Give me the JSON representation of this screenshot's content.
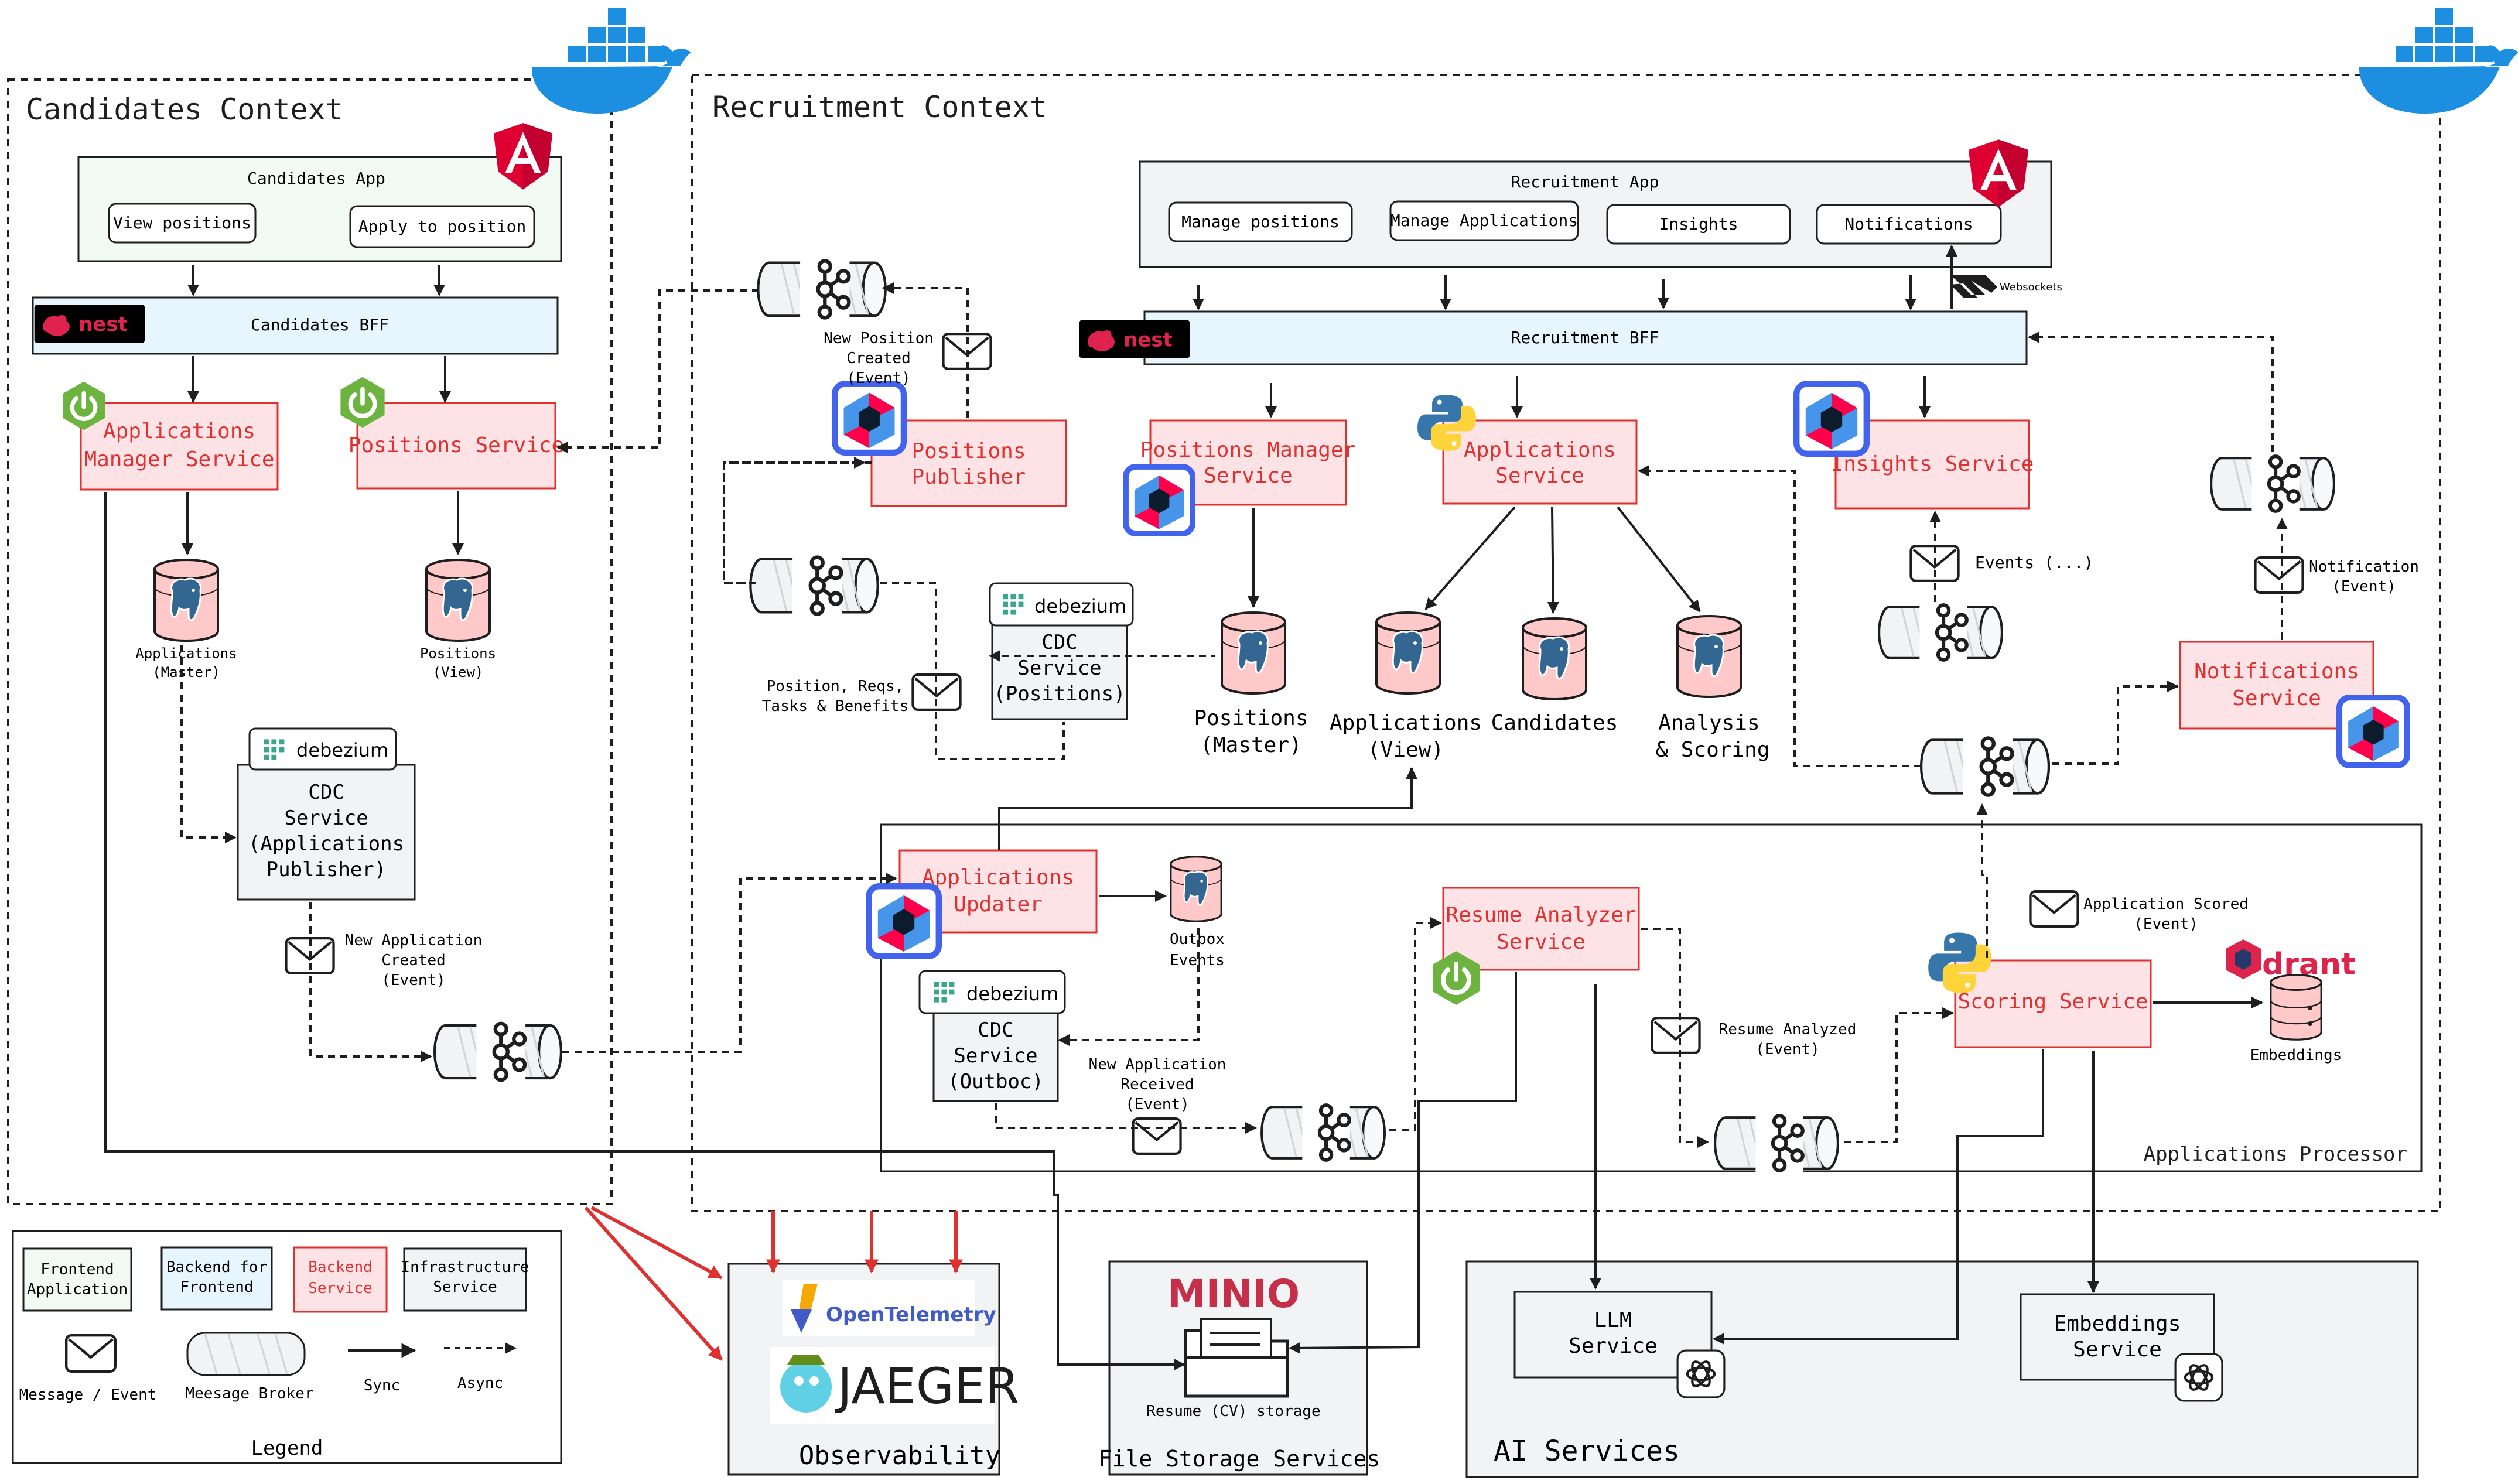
{
  "contexts": {
    "candidates": "Candidates Context",
    "recruitment": "Recruitment Context",
    "processor": "Applications Processor",
    "observability": "Observability",
    "file_storage": "File Storage Services",
    "ai": "AI Services",
    "legend": "Legend"
  },
  "candidates_app": {
    "title": "Candidates App",
    "buttons": [
      "View positions",
      "Apply to position"
    ]
  },
  "recruitment_app": {
    "title": "Recruitment App",
    "buttons": [
      "Manage positions",
      "Manage Applications",
      "Insights",
      "Notifications"
    ]
  },
  "bff": {
    "candidates": "Candidates BFF",
    "recruitment": "Recruitment BFF",
    "websockets": "Websockets"
  },
  "services": {
    "app_manager": [
      "Applications",
      "Manager Service"
    ],
    "positions": "Positions Service",
    "positions_publisher": [
      "Positions",
      "Publisher"
    ],
    "positions_manager": [
      "Positions Manager",
      "Service"
    ],
    "applications": [
      "Applications",
      "Service"
    ],
    "insights": "Insights Service",
    "notifications": [
      "Notifications",
      "Service"
    ],
    "applications_updater": [
      "Applications",
      "Updater"
    ],
    "resume_analyzer": [
      "Resume Analyzer",
      "Service"
    ],
    "scoring": "Scoring Service"
  },
  "cdc": {
    "debezium": "debezium",
    "applications_publisher": [
      "CDC",
      "Service",
      "(Applications",
      "Publisher)"
    ],
    "positions": [
      "CDC",
      "Service",
      "(Positions)"
    ],
    "outbox": [
      "CDC",
      "Service",
      "(Outboc)"
    ]
  },
  "databases": {
    "applications_master": [
      "Applications",
      "(Master)"
    ],
    "positions_view": [
      "Positions",
      "(View)"
    ],
    "positions_master": [
      "Positions",
      "(Master)"
    ],
    "applications_view": [
      "Applications",
      "(View)"
    ],
    "candidates": "Candidates",
    "analysis": [
      "Analysis",
      "& Scoring"
    ],
    "outbox": [
      "Outbox",
      "Events"
    ],
    "embeddings": "Embeddings"
  },
  "events": {
    "new_position": [
      "New Position",
      "Created",
      "(Event)"
    ],
    "position_reqs": [
      "Position, Reqs,",
      "Tasks & Benefits"
    ],
    "new_application_created": [
      "New Application",
      "Created",
      "(Event)"
    ],
    "new_application_received": [
      "New Application",
      "Received",
      "(Event)"
    ],
    "resume_analyzed": [
      "Resume Analyzed",
      "(Event)"
    ],
    "application_scored": [
      "Application Scored",
      "(Event)"
    ],
    "insights_events": "Events (...)",
    "notification": [
      "Notification",
      "(Event)"
    ]
  },
  "infra": {
    "opentelemetry": "OpenTelemetry",
    "jaeger": "JAEGER",
    "minio": "MINIO",
    "resume_storage": "Resume (CV) storage",
    "llm": [
      "LLM",
      "Service"
    ],
    "embeddings_service": [
      "Embeddings",
      "Service"
    ],
    "qdrant": "drant",
    "nest": "nest"
  },
  "legend": {
    "frontend": [
      "Frontend",
      "Application"
    ],
    "bff": [
      "Backend for",
      "Frontend"
    ],
    "backend": [
      "Backend",
      "Service"
    ],
    "infrastructure": [
      "Infrastructure",
      "Service"
    ],
    "message": "Message / Event",
    "broker": "Meesage Broker",
    "sync": "Sync",
    "async": "Async"
  },
  "colors": {
    "backend_fill": "#fde3e6",
    "backend_text": "#e03131",
    "bff_fill": "#e7f5ff",
    "frontend_fill": "#f1faf3",
    "infra_fill": "#f1f3f5",
    "docker": "#1d8fe0",
    "angular": "#dd0031",
    "nest": "#e0234e",
    "spring": "#6db33f"
  }
}
